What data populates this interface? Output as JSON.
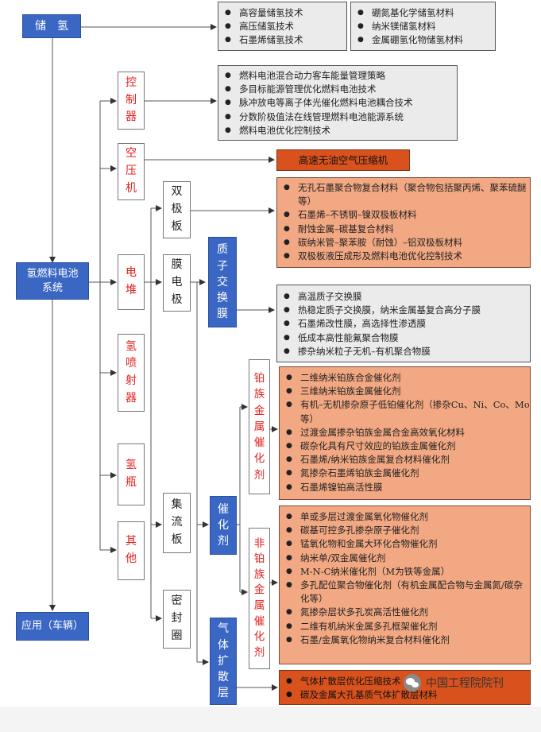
{
  "colors": {
    "blue_node": "#3b67c4",
    "red_text": "#e0201c",
    "gray_panel": "#ebebeb",
    "orange_panel": "#f2a882",
    "dark_orange_panel": "#d9521d"
  },
  "nodes": {
    "storage": "储　氢",
    "system": "氢燃料电池系统",
    "application": "应用（车辆）",
    "controller": [
      "控",
      "制",
      "器"
    ],
    "compressor": [
      "空",
      "压",
      "机"
    ],
    "stack": [
      "电",
      "堆"
    ],
    "injector": [
      "氢",
      "喷",
      "射",
      "器"
    ],
    "tank": [
      "氢",
      "瓶"
    ],
    "other": [
      "其",
      "他"
    ],
    "bipolar": [
      "双",
      "极",
      "板"
    ],
    "mea": [
      "膜",
      "电",
      "极"
    ],
    "collector": [
      "集",
      "流",
      "板"
    ],
    "seal": [
      "密",
      "封",
      "圈"
    ],
    "pem": [
      "质",
      "子",
      "交",
      "换",
      "膜"
    ],
    "catalyst": [
      "催",
      "化",
      "剂"
    ],
    "gdl": [
      "气",
      "体",
      "扩",
      "散",
      "层"
    ],
    "pt_catalyst": [
      "铂",
      "族",
      "金",
      "属",
      "催",
      "化",
      "剂"
    ],
    "non_pt_catalyst": [
      "非",
      "铂",
      "族",
      "金",
      "属",
      "催",
      "化",
      "剂"
    ]
  },
  "panels": {
    "storage_left": [
      "高容量储氢技术",
      "高压储氢技术",
      "石墨烯储氢技术"
    ],
    "storage_right": [
      "硼氮基化学储氢材料",
      "纳米镁储氢材料",
      "金属硼氢化物储氢材料"
    ],
    "controller": [
      "燃料电池混合动力客车能量管理策略",
      "多目标能源管理优化燃料电池技术",
      "脉冲放电等离子体光催化燃料电池耦合技术",
      "分数阶极值法在线管理燃料电池能源系统",
      "燃料电池优化控制技术"
    ],
    "compressor": [
      "高速无油空气压缩机"
    ],
    "bipolar": [
      "无孔石墨聚合物复合材料（聚合物包括聚丙烯、聚苯硫醚等）",
      "石墨烯–不锈钢–镍双极板材料",
      "耐蚀金属–碳基复合材料",
      "碳纳米管–聚苯胺（耐蚀）–铝双极板材料",
      "双极板液压成形及燃料电池优化控制技术"
    ],
    "pem": [
      "高温质子交换膜",
      "热稳定质子交换膜，纳米金属基复合高分子膜",
      "石墨烯改性膜，高选择性渗透膜",
      "低成本高性能氟聚合物膜",
      "掺杂纳米粒子无机–有机聚合物膜"
    ],
    "pt_catalyst": [
      "二维纳米铂族合金催化剂",
      "三维纳米铂族金属催化剂",
      "有机–无机掺杂原子低铂催化剂（掺杂Cu、Ni、Co、Mo等）",
      "过渡金属掺杂铂族金属合金高效氧化材料",
      "碳杂化具有尺寸效应的铂族金属催化剂",
      "石墨烯/纳米铂族金属复合材料催化剂",
      "氮掺杂石墨烯铂族金属催化剂",
      "石墨烯镍铂高活性膜"
    ],
    "non_pt_catalyst": [
      "单或多层过渡金属氧化物催化剂",
      "碳基可控多孔掺杂原子催化剂",
      "锰氧化物和金属大环化合物催化剂",
      "纳米单/双金属催化剂",
      "M-N-C纳米催化剂（M为铁等金属）",
      "多孔配位聚合物催化剂（有机金属配合物与金属氮/碳杂化等）",
      "氮掺杂层状多孔炭高活性催化剂",
      "二维有机纳米金属多孔框架催化剂",
      "石墨/金属氧化物纳米复合材料催化剂"
    ],
    "gdl": [
      "气体扩散层优化压缩技术",
      "碳及金属大孔基质气体扩散层材料"
    ]
  },
  "watermark": "中国工程院院刊"
}
